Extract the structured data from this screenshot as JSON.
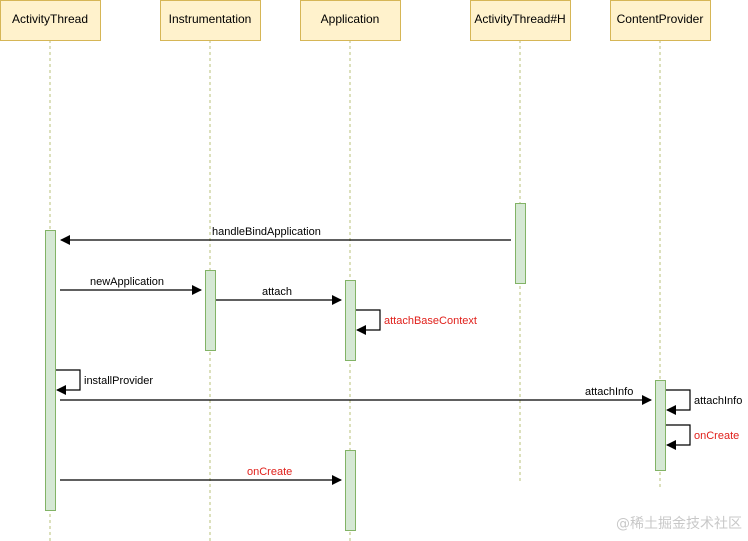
{
  "diagram": {
    "type": "sequence",
    "participants": [
      {
        "id": "at",
        "label": "ActivityThread"
      },
      {
        "id": "inst",
        "label": "Instrumentation"
      },
      {
        "id": "app",
        "label": "Application"
      },
      {
        "id": "h",
        "label": "ActivityThread#H"
      },
      {
        "id": "cp",
        "label": "ContentProvider"
      }
    ],
    "messages": [
      {
        "from": "h",
        "to": "at",
        "label": "handleBindApplication",
        "color": "#000000"
      },
      {
        "from": "at",
        "to": "inst",
        "label": "newApplication",
        "color": "#000000"
      },
      {
        "from": "inst",
        "to": "app",
        "label": "attach",
        "color": "#000000"
      },
      {
        "from": "app",
        "to": "app",
        "label": "attachBaseContext",
        "color": "#e0201b"
      },
      {
        "from": "at",
        "to": "at",
        "label": "installProvider",
        "color": "#000000"
      },
      {
        "from": "at",
        "to": "cp",
        "label": "attachInfo",
        "color": "#000000"
      },
      {
        "from": "cp",
        "to": "cp",
        "label": "attachInfo",
        "color": "#000000"
      },
      {
        "from": "cp",
        "to": "cp",
        "label": "onCreate",
        "color": "#e0201b"
      },
      {
        "from": "at",
        "to": "app",
        "label": "onCreate",
        "color": "#e0201b"
      }
    ]
  },
  "colors": {
    "participant_fill": "#fff2cc",
    "participant_stroke": "#d6b656",
    "activation_fill": "#d5e8d4",
    "activation_stroke": "#82b366",
    "highlight_text": "#e0201b"
  },
  "watermark": "@稀土掘金技术社区"
}
